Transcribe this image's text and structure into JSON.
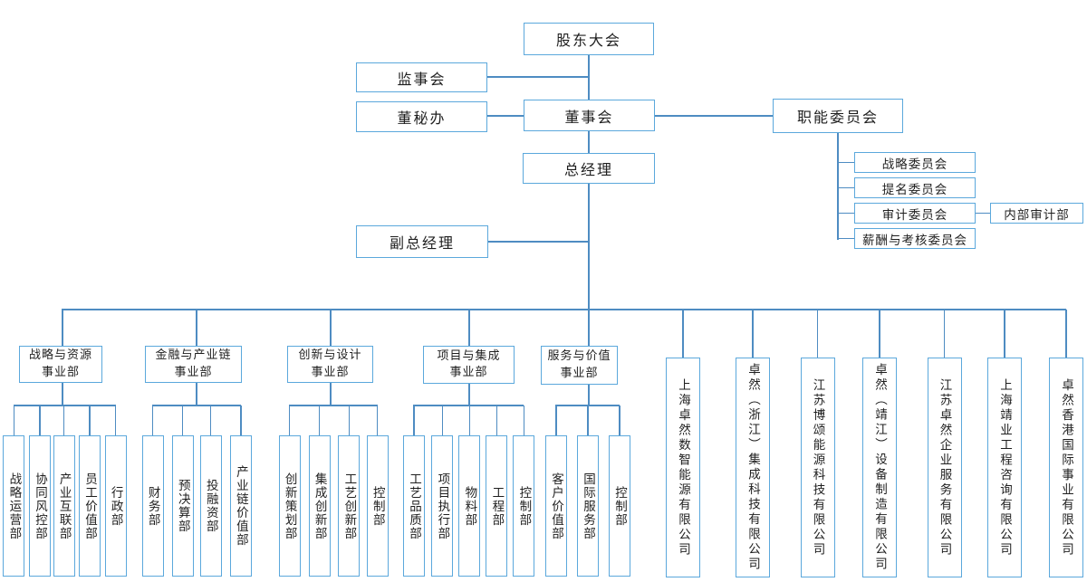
{
  "colors": {
    "box_border": "#5BA8DC",
    "line": "#4E8CC2",
    "text": "#1F1F1F",
    "background": "#FFFFFF"
  },
  "top": {
    "shareholders": "股东大会",
    "supervisory_board": "监事会",
    "board_secretary_office": "董秘办",
    "board": "董事会",
    "functional_committee": "职能委员会",
    "committees": [
      "战略委员会",
      "提名委员会",
      "审计委员会",
      "薪酬与考核委员会"
    ],
    "internal_audit": "内部审计部",
    "general_manager": "总经理",
    "deputy_general_manager": "副总经理"
  },
  "divisions": [
    {
      "line1": "战略与资源",
      "line2": "事业部",
      "departments": [
        "战略运营部",
        "协同风控部",
        "产业互联部",
        "员工价值部",
        "行政部"
      ]
    },
    {
      "line1": "金融与产业链",
      "line2": "事业部",
      "departments": [
        "财务部",
        "预决算部",
        "投融资部",
        "产业链价值部"
      ]
    },
    {
      "line1": "创新与设计",
      "line2": "事业部",
      "departments": [
        "创新策划部",
        "集成创新部",
        "工艺创新部",
        "控制部"
      ]
    },
    {
      "line1": "项目与集成",
      "line2": "事业部",
      "departments": [
        "工艺品质部",
        "项目执行部",
        "物料部",
        "工程部",
        "控制部"
      ]
    },
    {
      "line1": "服务与价值",
      "line2": "事业部",
      "departments": [
        "客户价值部",
        "国际服务部",
        "控制部"
      ]
    }
  ],
  "companies": [
    "上海卓然数智能源有限公司",
    "卓然（浙江）集成科技有限公司",
    "江苏博颂能源科技有限公司",
    "卓然（靖江）设备制造有限公司",
    "江苏卓然企业服务有限公司",
    "上海靖业工程咨询有限公司",
    "卓然香港国际事业有限公司"
  ]
}
